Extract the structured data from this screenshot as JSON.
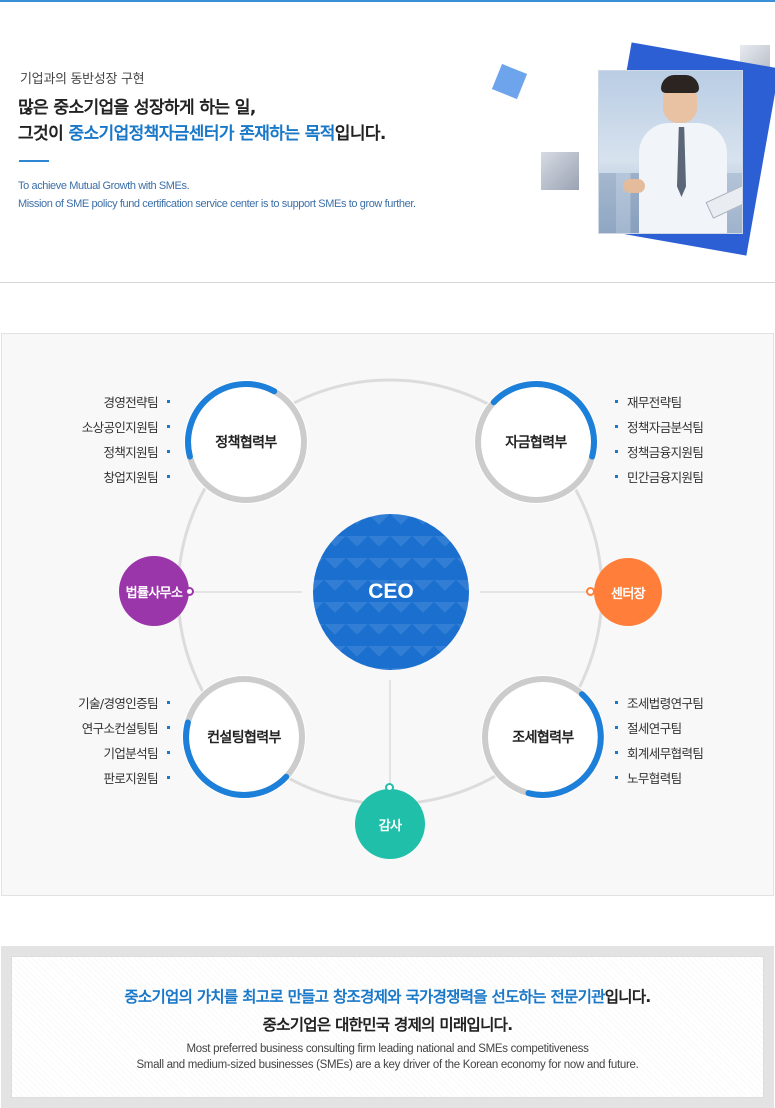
{
  "intro": {
    "small": "기업과의 동반성장 구현",
    "line1": "많은 중소기업을 성장하게 하는 일,",
    "line2_pre": "그것이 ",
    "line2_highlight": "중소기업정책자금센터가 존재하는 목적",
    "line2_post": "입니다.",
    "en1": "To achieve Mutual Growth with SMEs.",
    "en2": "Mission of SME policy fund certification service center is to support SMEs to grow further."
  },
  "org": {
    "ceo": "CEO",
    "depts": {
      "policy": {
        "name": "정책협력부",
        "teams": [
          "경영전략팀",
          "소상공인지원팀",
          "정책지원팀",
          "창업지원팀"
        ]
      },
      "fund": {
        "name": "자금협력부",
        "teams": [
          "재무전략팀",
          "정책자금분석팀",
          "정책금융지원팀",
          "민간금융지원팀"
        ]
      },
      "consulting": {
        "name": "컨설팅협력부",
        "teams": [
          "기술/경영인증팀",
          "연구소컨설팅팀",
          "기업분석팀",
          "판로지원팀"
        ]
      },
      "tax": {
        "name": "조세협력부",
        "teams": [
          "조세법령연구팀",
          "절세연구팀",
          "회계세무협력팀",
          "노무협력팀"
        ]
      }
    },
    "legal": "법률사무소",
    "director": "센터장",
    "audit": "감사",
    "colors": {
      "ceo": "#1b6fcf",
      "legal": "#9b35aa",
      "director": "#ff7f3a",
      "audit": "#20bfa9",
      "arc": "#1c7fd9",
      "ring": "#cccccc"
    }
  },
  "footer": {
    "line1_highlight": "중소기업의 가치를 최고로 만들고 창조경제와 국가경쟁력을 선도하는 전문기관",
    "line1_post": "입니다.",
    "line2": "중소기업은 대한민국 경제의 미래입니다.",
    "en1": "Most preferred business consulting firm leading national and SMEs competitiveness",
    "en2": "Small and medium-sized businesses (SMEs) are a key driver of the Korean economy for now and future."
  }
}
